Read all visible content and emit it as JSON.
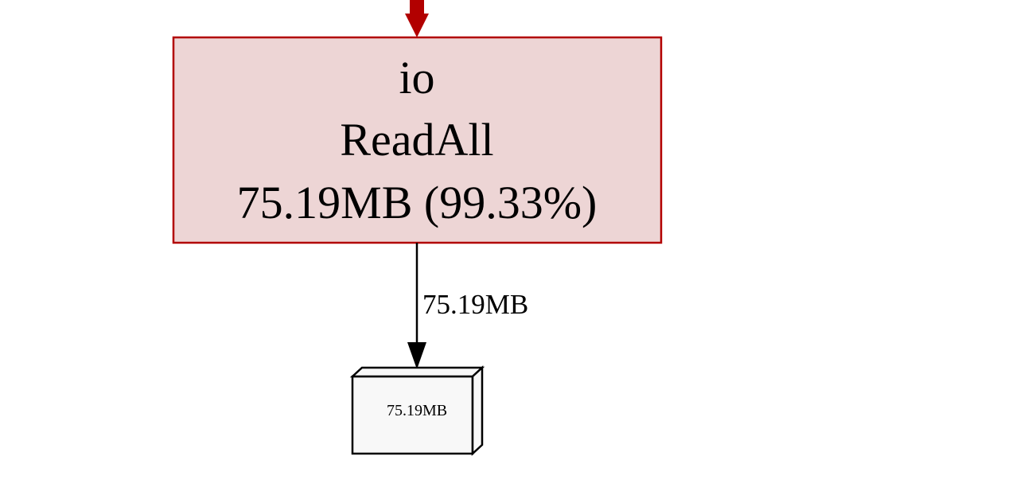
{
  "graph": {
    "colors": {
      "hot_edge": "#b20000",
      "hot_node_fill": "#edd5d5",
      "hot_node_border": "#b20000",
      "leaf_fill": "#f8f8f8",
      "leaf_border": "#000000",
      "edge": "#000000",
      "text": "#000000"
    },
    "main_node": {
      "package": "io",
      "function": "ReadAll",
      "value": "75.19MB (99.33%)"
    },
    "edge_to_leaf": {
      "label": "75.19MB"
    },
    "leaf_node": {
      "label": "75.19MB"
    }
  }
}
